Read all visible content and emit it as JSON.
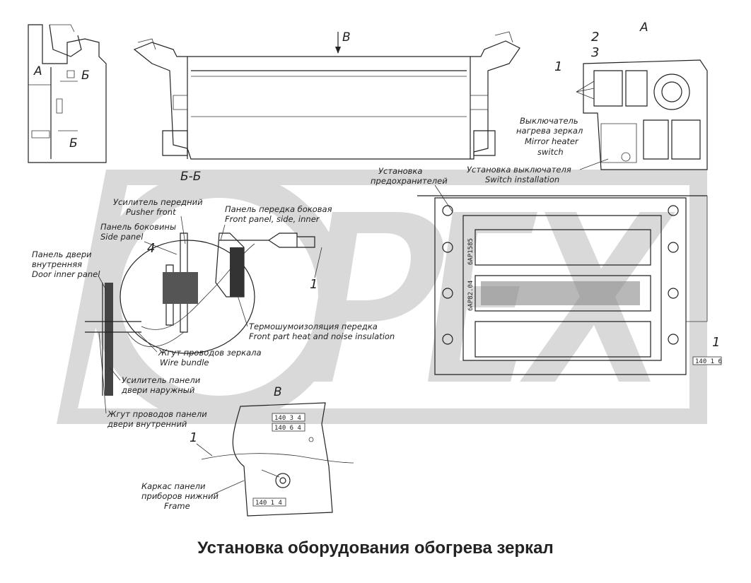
{
  "title": "Установка оборудования обогрева зеркал",
  "watermark": "OPEX",
  "views": {
    "a": "A",
    "b_arrow": "B",
    "b_small": "Б",
    "bb": "Б-Б",
    "v": "B",
    "a_small": "A"
  },
  "numbers": {
    "n1": "1",
    "n2": "2",
    "n3": "3",
    "n4": "4"
  },
  "labels": {
    "mirror_switch_ru1": "Выключатель",
    "mirror_switch_ru2": "нагрева зеркал",
    "mirror_switch_en1": "Mirror heater",
    "mirror_switch_en2": "switch",
    "switch_install_ru": "Установка выключателя",
    "switch_install_en": "Switch installation",
    "fuse_install_ru1": "Установка",
    "fuse_install_ru2": "предохранителей",
    "pusher_ru": "Усилитель передний",
    "pusher_en": "Pusher  front",
    "side_panel_ru": "Панель боковины",
    "side_panel_en": "Side panel",
    "door_inner_ru1": "Панель двери",
    "door_inner_ru2": "внутренняя",
    "door_inner_en": "Door inner panel",
    "front_panel_ru": "Панель передка боковая",
    "front_panel_en": "Front panel, side, inner",
    "insulation_ru": "Термошумоизоляция передка",
    "insulation_en": "Front part heat and noise insulation",
    "wire_bundle_ru": "Жгут проводов зеркала",
    "wire_bundle_en": "Wire bundle",
    "door_reinf_ru1": "Усилитель панели",
    "door_reinf_ru2": "двери наружный",
    "door_harness_ru1": "Жгут проводов панели",
    "door_harness_ru2": "двери внутренний",
    "frame_ru1": "Каркас панели",
    "frame_ru2": "приборов нижний",
    "frame_en": "Frame"
  },
  "codes": {
    "c1": "140 3 4",
    "c2": "140 6 4",
    "c3": "140 1 4",
    "c4": "140 1 6",
    "fuse1": "6АР1585",
    "fuse2": "6АР82.04"
  }
}
